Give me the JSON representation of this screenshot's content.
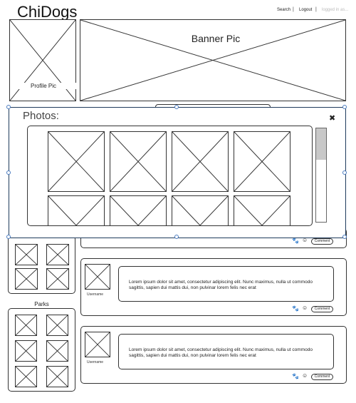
{
  "header": {
    "title": "ChiDogs",
    "nav": [
      {
        "label": "Search"
      },
      {
        "label": "Logout"
      },
      {
        "label": "logged in as..."
      }
    ],
    "separator": "|"
  },
  "profile": {
    "label": "Profile Pic"
  },
  "banner": {
    "label": "Banner Pic"
  },
  "photos_modal": {
    "title": "Photos:",
    "close_glyph": "✖"
  },
  "parks": {
    "heading": "Parks"
  },
  "posts": [
    {
      "username": "Username",
      "text": "Lorem ipsum dolor sit amet, consectetur adipiscing elit. Nunc maximus, nulla ut commodo sagittis, sapien dui mattis dui, non pulvinar lorem felis nec erat",
      "comment_label": "Comment"
    },
    {
      "username": "Username",
      "text": "Lorem ipsum dolor sit amet, consectetur adipiscing elit. Nunc maximus, nulla ut commodo sagittis, sapien dui mattis dui, non pulvinar lorem felis nec erat",
      "comment_label": "Comment"
    }
  ],
  "partial_post": {
    "comment_label": "Comment"
  },
  "icons": {
    "paw": "🐾",
    "smiley": "☺"
  }
}
